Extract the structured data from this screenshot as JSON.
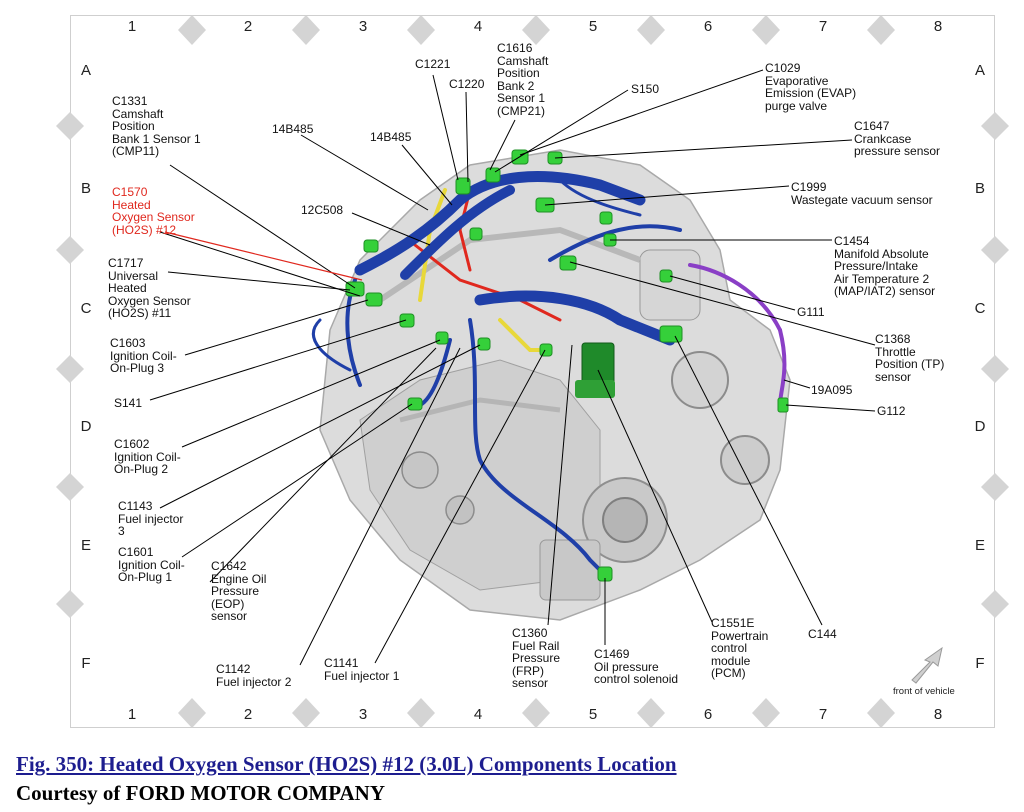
{
  "figure": {
    "caption": "Fig. 350: Heated Oxygen Sensor (HO2S) #12 (3.0L) Components Location",
    "credit": "Courtesy of FORD MOTOR COMPANY",
    "front_label": "front of vehicle"
  },
  "grid": {
    "columns": [
      "1",
      "2",
      "3",
      "4",
      "5",
      "6",
      "7",
      "8"
    ],
    "rows": [
      "A",
      "B",
      "C",
      "D",
      "E",
      "F"
    ]
  },
  "callouts": {
    "c1331": "C1331\nCamshaft\nPosition\nBank 1 Sensor 1\n(CMP11)",
    "c1570": "C1570\nHeated\nOxygen Sensor\n(HO2S) #12",
    "c1717": "C1717\nUniversal\nHeated\nOxygen Sensor\n(HO2S) #11",
    "c1603": "C1603\nIgnition Coil-\nOn-Plug 3",
    "s141": "S141",
    "c1602": "C1602\nIgnition Coil-\nOn-Plug 2",
    "c1143": "C1143\nFuel injector\n3",
    "c1601": "C1601\nIgnition Coil-\nOn-Plug 1",
    "c1642": "C1642\nEngine Oil\nPressure\n(EOP)\nsensor",
    "c1142": "C1142\nFuel injector 2",
    "c1141": "C1141\nFuel injector 1",
    "c1360": "C1360\nFuel Rail\nPressure\n(FRP)\nsensor",
    "c1469": "C1469\nOil pressure\ncontrol solenoid",
    "c1551e": "C1551E\nPowertrain\ncontrol\nmodule\n(PCM)",
    "c144": "C144",
    "g112": "G112",
    "a19a095": "19A095",
    "c1368": "C1368\nThrottle\nPosition (TP)\nsensor",
    "g111": "G111",
    "c1454": "C1454\nManifold Absolute\nPressure/Intake\nAir Temperature 2\n(MAP/IAT2) sensor",
    "c1999": "C1999\nWastegate vacuum sensor",
    "c1647": "C1647\nCrankcase\npressure sensor",
    "c1029": "C1029\nEvaporative\nEmission (EVAP)\npurge valve",
    "s150": "S150",
    "c1616": "C1616\nCamshaft\nPosition\nBank 2\nSensor 1\n(CMP21)",
    "c1221": "C1221",
    "c1220": "C1220",
    "a14b485a": "14B485",
    "a14b485b": "14B485",
    "a12c508": "12C508"
  },
  "colors": {
    "harness_blue": "#1f3fa8",
    "connector_green": "#35d03a",
    "ho2s_red": "#e0281e",
    "yellow_wire": "#e8d83a",
    "purple_wire": "#8a3fc6",
    "pcm_green": "#1f8a2a",
    "caption_blue": "#1d1d8f"
  }
}
